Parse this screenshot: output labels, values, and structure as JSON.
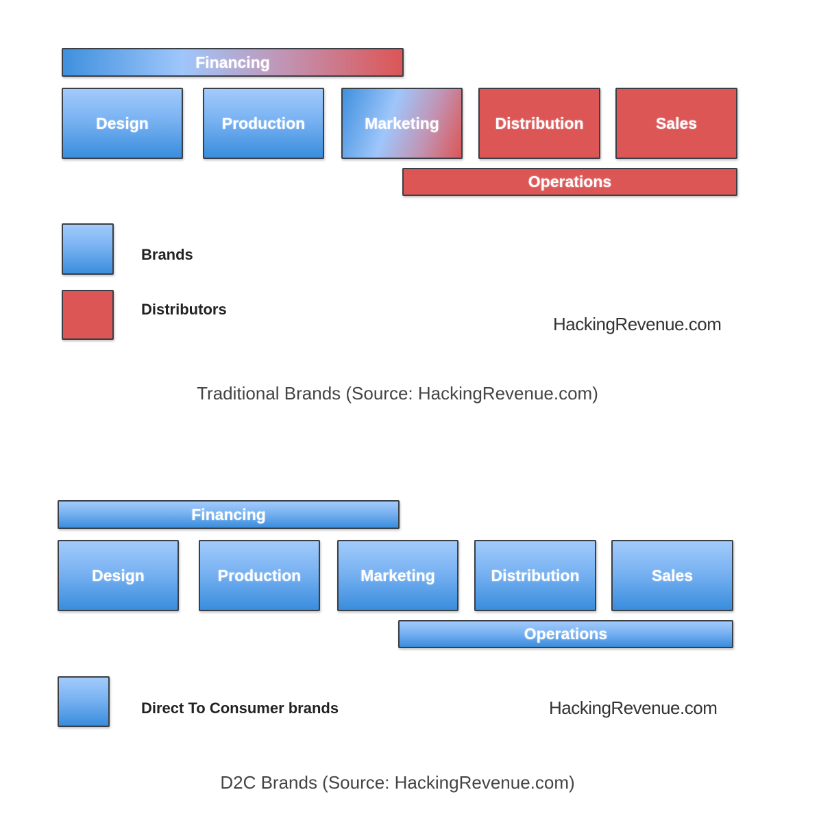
{
  "traditional": {
    "financing": "Financing",
    "boxes": [
      "Design",
      "Production",
      "Marketing",
      "Distribution",
      "Sales"
    ],
    "operations": "Operations",
    "legend": [
      "Brands",
      "Distributors"
    ],
    "watermark": "HackingRevenue.com",
    "caption": "Traditional Brands (Source: HackingRevenue.com)"
  },
  "d2c": {
    "financing": "Financing",
    "boxes": [
      "Design",
      "Production",
      "Marketing",
      "Distribution",
      "Sales"
    ],
    "operations": "Operations",
    "legend": [
      "Direct To Consumer brands"
    ],
    "watermark": "HackingRevenue.com",
    "caption": "D2C Brands (Source: HackingRevenue.com)"
  },
  "colors": {
    "brand_blue": "#79b2f2",
    "distributor_red": "#dc5656"
  }
}
